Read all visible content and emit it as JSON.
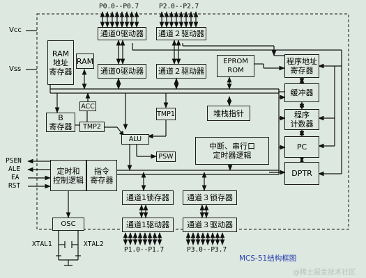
{
  "diagram": {
    "title": "MCS-51结构框图",
    "watermark": "@稀土掘金技术社区",
    "ports": {
      "p0_pins": "P0.0--P0.7",
      "p2_pins": "P2.0--P2.7",
      "p1_pins": "P1.0--P1.7",
      "p3_pins": "P3.0--P3.7"
    },
    "power": {
      "vcc": "Vcc",
      "vss": "Vss"
    },
    "control_pins": {
      "psen": "PSEN",
      "ale": "ALE",
      "ea": "EA",
      "rst": "RST"
    },
    "crystal": {
      "xtal1": "XTAL1",
      "xtal2": "XTAL2"
    },
    "blocks": {
      "p0_driver_top": "通道0驱动器",
      "p2_driver_top": "通道２驱动器",
      "ram_addr_reg": "RAM\n地址\n寄存器",
      "ram": "RAM",
      "p0_latch": "通道0驱动器",
      "p2_latch": "通道２驱动器",
      "eprom_rom": "EPROM\nROM",
      "pc_addr_reg": "程序地址\n寄存器",
      "buffer": "缓冲器",
      "program_counter": "程序\n计数器",
      "pc": "PC",
      "dptr": "DPTR",
      "acc": "ACC",
      "b_reg": "B\n寄存器",
      "tmp2": "TMP2",
      "tmp1": "TMP1",
      "stack_pointer": "堆栈指针",
      "alu": "ALU",
      "psw": "PSW",
      "interrupt_logic": "中断、串行口\n定时器逻辑",
      "timing_control": "定时和\n控制逻辑",
      "instruction_reg": "指令\n寄存器",
      "osc": "OSC",
      "p1_latch": "通道1锁存器",
      "p3_latch": "通道３锁存器",
      "p1_driver": "通道1驱动器",
      "p3_driver": "通道３驱动器"
    }
  }
}
